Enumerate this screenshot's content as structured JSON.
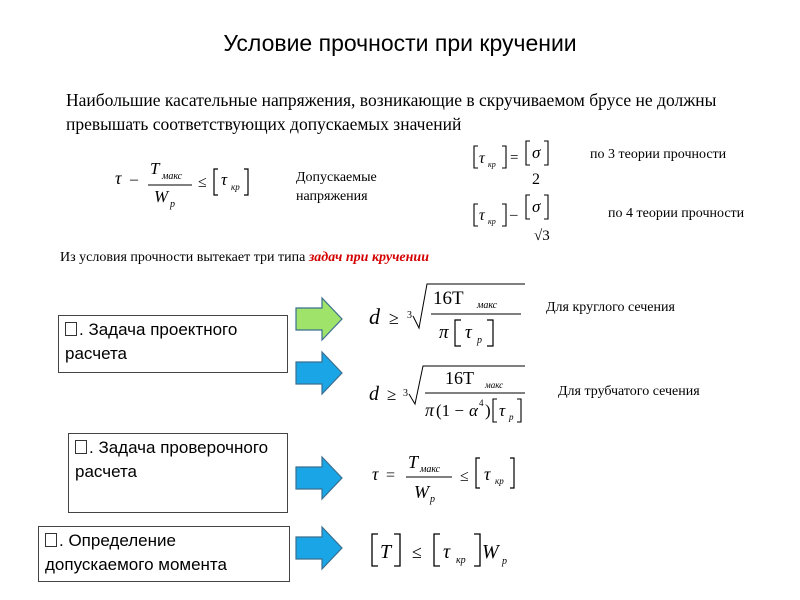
{
  "title": "Условие прочности при кручении",
  "intro": "Наибольшие касательные напряжения, возникающие в скручиваемом брусе не должны превышать соответствующих допускаемых значений",
  "allowable_label": "Допускаемые напряжения",
  "theory3": "по 3 теории прочности",
  "theory4": "по 4 теории прочности",
  "consequence_prefix": "Из условия прочности вытекает три типа ",
  "consequence_highlight": "задач при кручении",
  "tasks": [
    {
      "label": ". Задача проектного расчета"
    },
    {
      "label": ". Задача проверочного расчета"
    },
    {
      "label": ". Определение допускаемого момента"
    }
  ],
  "round_section": "Для круглого сечения",
  "tube_section": "Для трубчатого сечения",
  "symbols": {
    "tau": "τ",
    "sigma": "σ",
    "alpha": "α",
    "pi": "π",
    "leq": "≤",
    "geq": "≥",
    "T": "T",
    "W": "W",
    "d": "d",
    "16T": "16T",
    "sub_maks": "макс",
    "sub_p": "p",
    "sub_kr": "кр",
    "cube_root_index": "3",
    "alpha_pow": "4",
    "two": "2",
    "sqrt3": "√3",
    "one_minus": "(1 − ",
    "close_paren": ")",
    "eq": "="
  },
  "colors": {
    "arrow_green": "#9fe36b",
    "arrow_blue": "#1aa6e6",
    "arrow_stroke": "#3a6f8f",
    "highlight_red": "#d40000"
  }
}
